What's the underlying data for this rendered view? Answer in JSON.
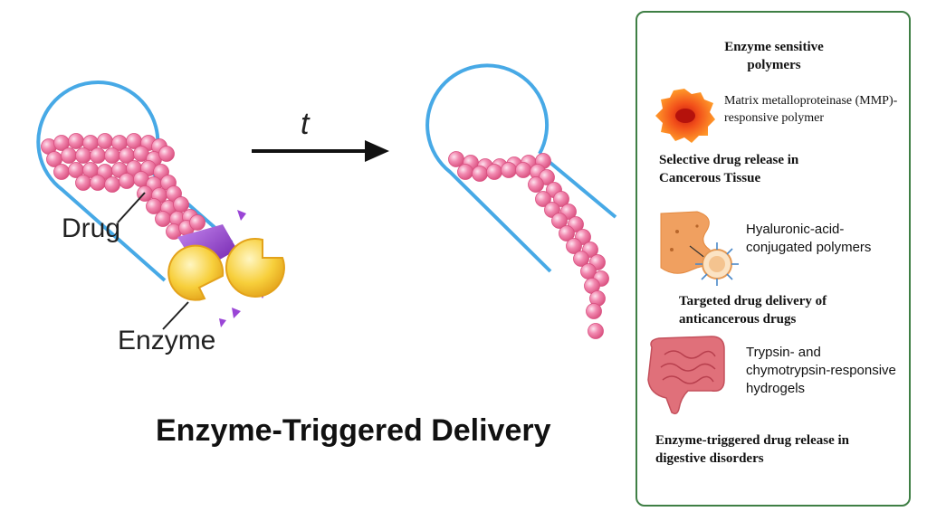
{
  "left": {
    "drug_label": "Drug",
    "enzyme_label": "Enzyme",
    "time_label": "t",
    "title": "Enzyme-Triggered Delivery"
  },
  "panel": {
    "heading": "Enzyme sensitive polymers",
    "items": [
      {
        "description": "Matrix metalloproteinase (MMP)-responsive polymer",
        "outcome": "Selective drug release in Cancerous Tissue"
      },
      {
        "description": "Hyaluronic-acid-conjugated polymers",
        "outcome": "Targeted drug delivery of anticancerous drugs"
      },
      {
        "description": "Trypsin- and chymotrypsin-responsive hydrogels",
        "outcome": "Enzyme-triggered drug release in digestive disorders"
      }
    ]
  },
  "colors": {
    "container": "#47a9e6",
    "drug": "#f07aa3",
    "drug_edge": "#d94f80",
    "enzyme": "#f7cf3b",
    "enzyme_edge": "#e6a41a",
    "fragment": "#8a2fc7",
    "panel_border": "#3f7f45",
    "mmp": "#f05a1e",
    "tissue": "#f0a060",
    "intestine": "#e0707a"
  },
  "icons": [
    "mmp-cell-icon",
    "hyaluronic-nanoparticle-icon",
    "intestine-icon"
  ]
}
